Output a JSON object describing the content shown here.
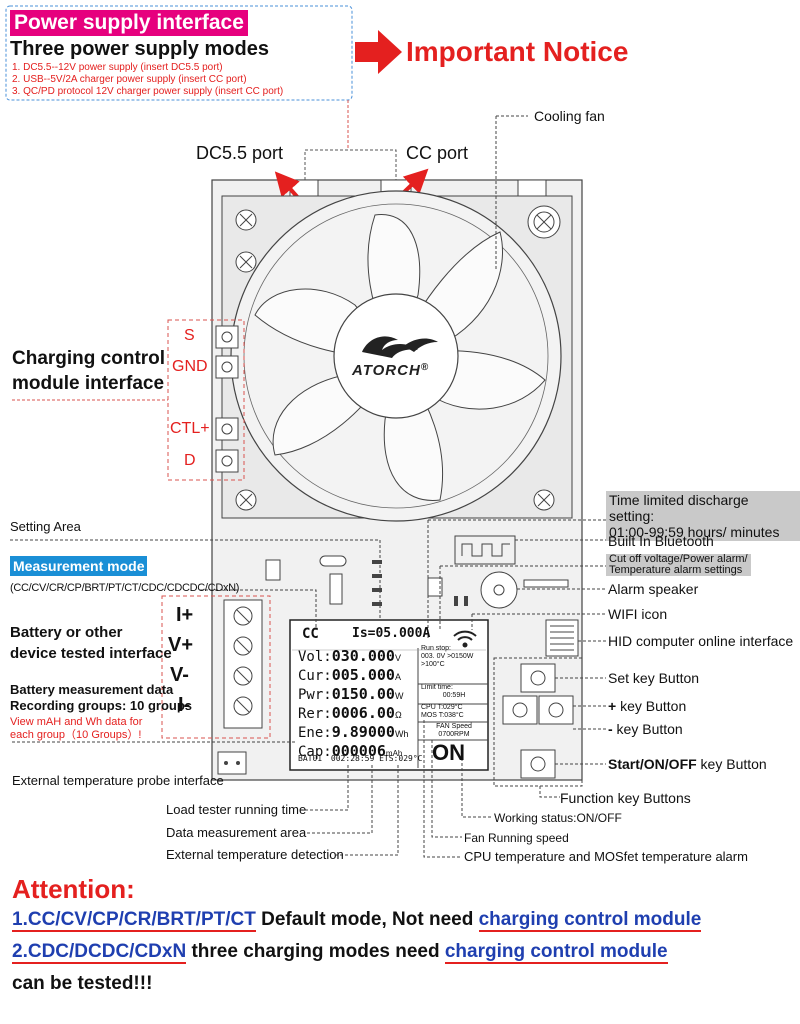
{
  "header": {
    "title": "Power supply interface",
    "subtitle": "Three power supply modes",
    "modes": [
      "1. DC5.5--12V power supply (insert DC5.5 port)",
      "2. USB--5V/2A charger power supply (insert CC port)",
      "3. QC/PD protocol 12V charger power supply (insert CC port)"
    ],
    "notice": "Important Notice"
  },
  "ports": {
    "dc": "DC5.5 port",
    "cc": "CC port"
  },
  "fan": {
    "label": "Cooling fan",
    "brand": "ATORCH",
    "reg": "®"
  },
  "charging_control": {
    "label_line1": "Charging control",
    "label_line2": "module interface",
    "pins": [
      "S",
      "GND",
      "CTL+",
      "D"
    ]
  },
  "setting_area": "Setting Area",
  "measurement": {
    "badge": "Measurement mode",
    "modes": "(CC/CV/CR/CP/BRT/PT/CT/CDC/CDCDC/CDxN)",
    "terminals": [
      "I+",
      "V+",
      "V-",
      "I-"
    ],
    "battery_line1": "Battery or other",
    "battery_line2": "device tested interface",
    "data_line1": "Battery measurement data",
    "data_line2": "Recording groups: 10 groups",
    "view_line1": "View mAH and Wh data for",
    "view_line2": "each group（10 Groups）!"
  },
  "lcd": {
    "mode": "CC",
    "setting": "Is=05.000A",
    "rows": [
      {
        "name": "Vol:",
        "value": "030.000",
        "unit": "V"
      },
      {
        "name": "Cur:",
        "value": "005.000",
        "unit": "A"
      },
      {
        "name": "Pwr:",
        "value": "0150.00",
        "unit": "W"
      },
      {
        "name": "Rer:",
        "value": "0006.00",
        "unit": "Ω"
      },
      {
        "name": "Ene:",
        "value": "9.89000",
        "unit": "Wh"
      },
      {
        "name": "Cap:",
        "value": "000006",
        "unit": "mAh"
      }
    ],
    "run_stop": "Run stop:",
    "run_vals": "003. 0V >0150W",
    "run_temp": ">100°C",
    "limit_time": "Limit time:",
    "limit_val": "00:59H",
    "cpu_t": "CPU T:029°C",
    "mos_t": "MOS T:038°C",
    "fan_speed": "FAN Speed",
    "fan_rpm": "0700RPM",
    "status": "ON",
    "footer_bat": "BAT01",
    "footer_time": "002:28:59",
    "footer_ets": "ETS:029°C"
  },
  "right_labels": {
    "time_limited_line1": "Time limited discharge setting:",
    "time_limited_line2": "01:00-99:59 hours/ minutes",
    "bluetooth": "Built In Bluetooth",
    "cutoff_line1": "Cut off voltage/Power alarm/",
    "cutoff_line2": "Temperature alarm settings",
    "alarm": "Alarm speaker",
    "wifi": "WIFI icon",
    "hid": "HID computer online interface",
    "set_key": "Set key Button",
    "plus_sym": "+",
    "plus_key": " key Button",
    "minus_sym": "-",
    "minus_key": "  key Button",
    "start_bold": "Start/ON/OFF",
    "start_rest": " key Button",
    "function_keys": "Function key Buttons"
  },
  "bottom_labels": {
    "ext_probe": "External temperature probe interface",
    "run_time": "Load tester running time",
    "data_area": "Data measurement area",
    "ext_detect": "External temperature detection",
    "working": "Working status:ON/OFF",
    "fan_speed": "Fan Running speed",
    "cpu_alarm": "CPU temperature and MOSfet temperature alarm"
  },
  "attention": {
    "title": "Attention:",
    "l1_blue": "1.CC/CV/CP/CR/BRT/PT/CT",
    "l1_black": " Default mode, Not need ",
    "l1_link": "charging control module",
    "l2_blue": "2.CDC/DCDC/CDxN",
    "l2_black": " three charging modes need ",
    "l2_link": "charging control module",
    "l3": "can be tested!!!"
  },
  "colors": {
    "magenta": "#e6007e",
    "red": "#e4201f",
    "blue": "#1f3fb0",
    "badge_blue": "#1a8fd6",
    "dashed": "#d9534f"
  }
}
